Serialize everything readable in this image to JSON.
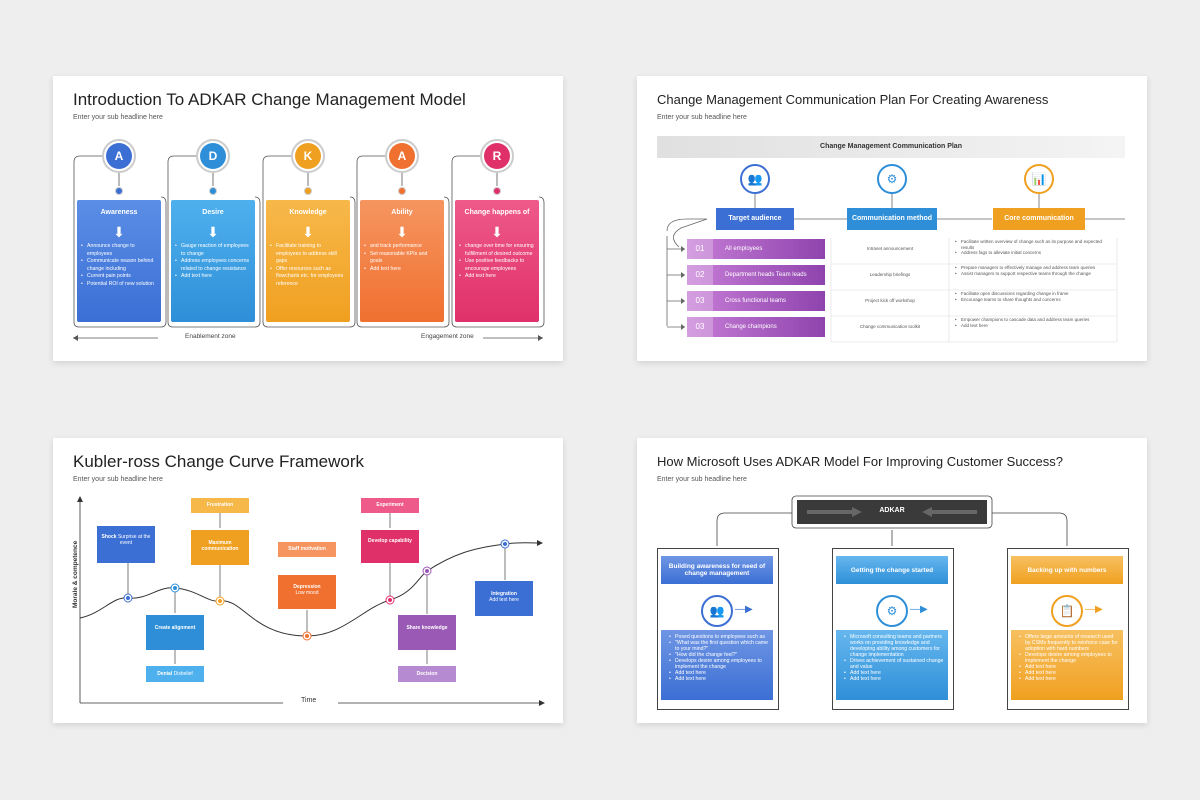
{
  "slides": [
    {
      "title": "Introduction To ADKAR Change Management Model",
      "subtitle": "Enter your sub headline here",
      "stages": [
        {
          "letter": "A",
          "heading": "Awareness",
          "color": "#3b6fd4",
          "top": "#5b8ee6",
          "items": [
            "Announce change to employees",
            "Communicate reason behind change including",
            "Current pain points",
            "Potential ROI of new solution"
          ]
        },
        {
          "letter": "D",
          "heading": "Desire",
          "color": "#2e8fd8",
          "top": "#4fb0ee",
          "items": [
            "Gauge reaction of employees to change",
            "Address employees concerns related to change resistance",
            "Add text here"
          ]
        },
        {
          "letter": "K",
          "heading": "Knowledge",
          "color": "#f0a020",
          "top": "#f7b84a",
          "items": [
            "Facilitate training to employees to address skill gaps",
            "Offer resources such as flowcharts etc. for employees reference"
          ]
        },
        {
          "letter": "A",
          "heading": "Ability",
          "color": "#f07030",
          "top": "#f69560",
          "items": [
            "and track performance",
            "Set reasonable KPIs and goals",
            "Add text here"
          ]
        },
        {
          "letter": "R",
          "heading": "Change happens of",
          "color": "#e0306a",
          "top": "#ee5a8a",
          "items": [
            "change over time for ensuring fulfillment of desired outcome",
            "Use positive feedbacks to encourage employees",
            "Add text here"
          ]
        }
      ],
      "zone_left": "Enablement zone",
      "zone_right": "Engagement zone"
    },
    {
      "title": "Change Management Communication Plan For Creating Awareness",
      "subtitle": "Enter your sub headline here",
      "band": "Change Management Communication Plan",
      "columns": [
        {
          "label": "Target audience",
          "color": "#3b6fd4",
          "icon": "team-icon"
        },
        {
          "label": "Communication method",
          "color": "#2e8fd8",
          "icon": "gear-people-icon"
        },
        {
          "label": "Core communication",
          "color": "#f0a020",
          "icon": "presentation-icon"
        }
      ],
      "rows": [
        {
          "num": "01",
          "audience": "All employees",
          "method": "Intranet announcement",
          "core": [
            "Facilitate written overview of change such as its purpose and expected results",
            "Address fags to alleviate initial concerns"
          ]
        },
        {
          "num": "02",
          "audience": "Department heads Team leads",
          "method": "Leadership briefings",
          "core": [
            "Prepare managers to effectively manage and address team queries",
            "Assist managers to support respective teams through the change"
          ]
        },
        {
          "num": "03",
          "audience": "Cross functional teams",
          "method": "Project kick off workshop",
          "core": [
            "Facilitate open discussions regarding change in frame",
            "Encourage teams to share thoughts and concerns"
          ]
        },
        {
          "num": "03",
          "audience": "Change champions",
          "method": "Change communication toolkit",
          "core": [
            "Empower champions to cascade data and address team queries",
            "Add text here"
          ]
        }
      ]
    },
    {
      "title": "Kubler-ross Change Curve Framework",
      "subtitle": "Enter your sub headline here",
      "ylabel": "Morale & competence",
      "xlabel": "Time",
      "boxes": {
        "shock": [
          "Shock",
          "Surprise at the event"
        ],
        "frustration": "Frustration",
        "maximum": "Maximum communication",
        "staff": "Staff motivation",
        "depression": [
          "Depression",
          "Low mood"
        ],
        "experiment": "Experiment",
        "develop": "Develop capability",
        "integration": [
          "Integration",
          "Add text here"
        ],
        "create": "Create alignment",
        "denial": [
          "Denial",
          "Disbelief"
        ],
        "share": "Share knowledge",
        "decision": "Decision"
      }
    },
    {
      "title": "How Microsoft Uses ADKAR Model For Improving Customer Success?",
      "subtitle": "Enter your sub headline here",
      "banner": "ADKAR",
      "cards": [
        {
          "heading": "Building awareness for need of change management",
          "color": "#3b6fd4",
          "light": "#6f96e4",
          "icon": "people-network-icon",
          "items": [
            "Posed questions to employees such as",
            "\"What was the first question which came to your mind?\"",
            "\"How did the change feel?\"",
            "Develops desire among employees to implement the change",
            "Add text here",
            "Add text here"
          ]
        },
        {
          "heading": "Getting the change started",
          "color": "#2e8fd8",
          "light": "#66b7ee",
          "icon": "gear-icon",
          "items": [
            "Microsoft consulting teams and partners works on providing knowledge and developing ability among customers for change implementation",
            "Drives achievement of sustained change and value",
            "Add text here",
            "Add text here"
          ]
        },
        {
          "heading": "Backing up with numbers",
          "color": "#f0a020",
          "light": "#f7c060",
          "icon": "report-icon",
          "items": [
            "Offers large amounts of research used by CSMs frequently to reinforce case for adoption with hard numbers",
            "Develops desire among employees to implement the change",
            "Add text here",
            "Add text here",
            "Add text here"
          ]
        }
      ]
    }
  ]
}
